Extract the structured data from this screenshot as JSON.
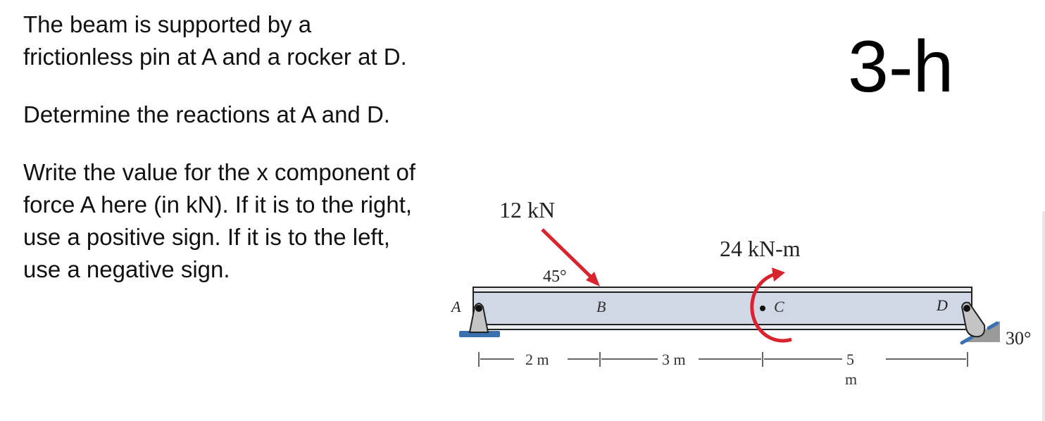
{
  "problem": {
    "paragraphs": [
      "The beam is supported by a frictionless pin at A and a rocker at D.",
      "Determine the reactions at A and D.",
      "Write the value for the x component of force A here (in kN).  If it is to the right, use a positive sign. If it is to the left, use a negative sign."
    ],
    "number": "3-h"
  },
  "figure": {
    "force_label": "12 kN",
    "force_angle": "45°",
    "moment_label": "24 kN-m",
    "points": {
      "a": "A",
      "b": "B",
      "c": "C",
      "d": "D"
    },
    "rocker_angle": "30°",
    "dimensions": {
      "ab": "2 m",
      "bc": "3 m",
      "cd_value": "5",
      "cd_unit": "m"
    },
    "colors": {
      "load": "#d9232d",
      "beam_fill": "#cfd8e4",
      "support": "#b9b9b9",
      "base": "#3a6fb0"
    }
  }
}
